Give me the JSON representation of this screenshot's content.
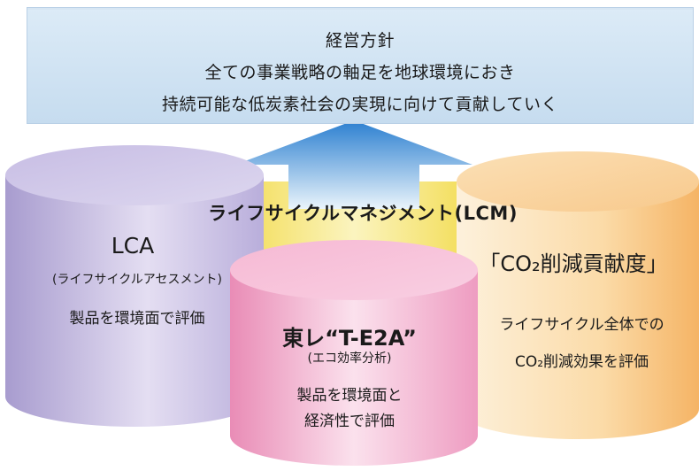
{
  "policy": {
    "heading": "経営方針",
    "line1": "全ての事業戦略の軸足を地球環境におき",
    "line2": "持続可能な低炭素社会の実現に向けて貢献していく"
  },
  "lcm": {
    "title": "ライフサイクルマネジメント(LCM)"
  },
  "lca": {
    "title": "LCA",
    "subtitle": "(ライフサイクルアセスメント)",
    "description": "製品を環境面で評価"
  },
  "co2": {
    "title": "「CO₂削減貢献度」",
    "desc_line1": "ライフサイクル全体での",
    "desc_line2": "CO₂削減効果を評価"
  },
  "toray": {
    "title": "東レ“T-E2A”",
    "subtitle": "(エコ効率分析)",
    "desc_line1": "製品を環境面と",
    "desc_line2": "経済性で評価"
  },
  "colors": {
    "banner": "#d3e5f4",
    "arrow_top": "#2b7fd0",
    "arrow_bottom": "#e6f2fb",
    "lcm_cylinder": "#f5ea7a",
    "lca_cylinder": "#bdb2db",
    "co2_cylinder": "#f8c98c",
    "toray_cylinder": "#f0a6c8"
  }
}
